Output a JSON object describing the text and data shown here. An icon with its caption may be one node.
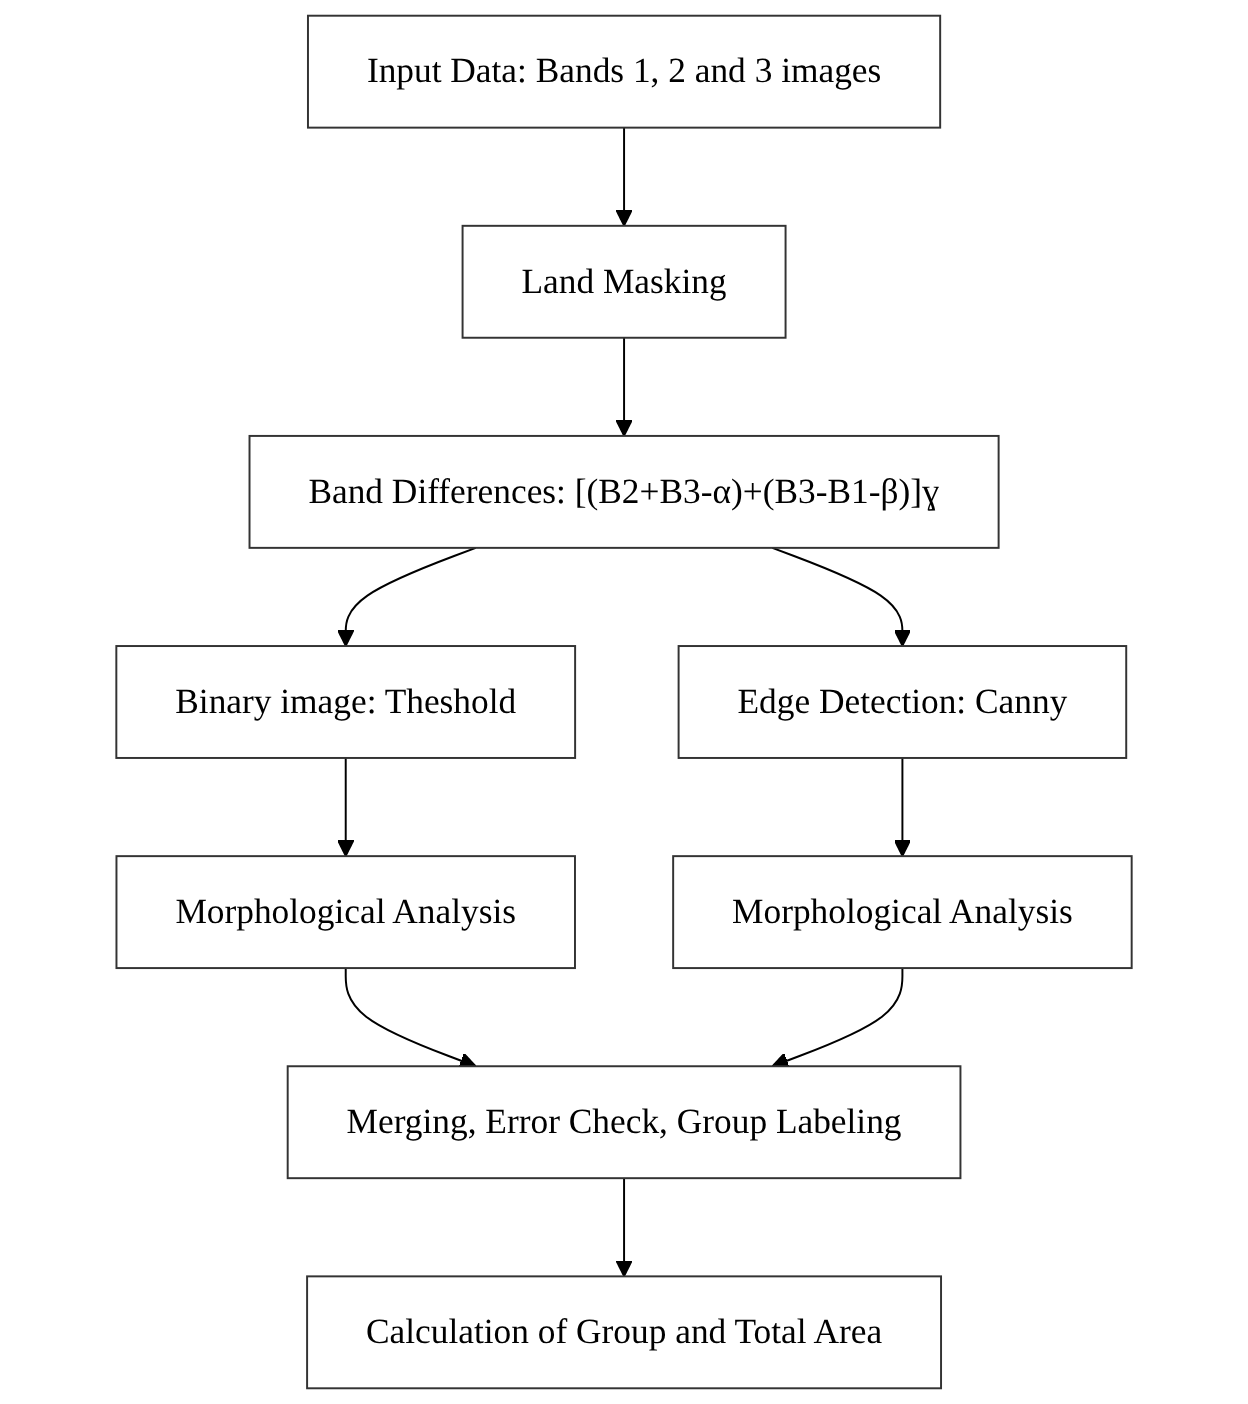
{
  "diagram": {
    "nodes": [
      {
        "text": [
          "Input Data: Bands 1, 2 and 3 images"
        ]
      },
      {
        "text": [
          "Land Masking"
        ]
      },
      {
        "text": [
          "Band Differences: [(B2+B3-α)+(B3-B1-β)]ɣ"
        ]
      },
      {
        "text": [
          "Binary image: Theshold"
        ]
      },
      {
        "text": [
          "Edge Detection: Canny"
        ]
      },
      {
        "text": [
          "Morphological Analysis"
        ]
      },
      {
        "text": [
          "Morphological Analysis"
        ]
      },
      {
        "text": [
          "Merging, Error Check, Group Labeling"
        ]
      },
      {
        "text": [
          "Calculation of Group and Total Area"
        ]
      }
    ],
    "edges": [
      {
        "from": 0,
        "to": 1,
        "arrow": "to"
      },
      {
        "from": 1,
        "to": 2,
        "arrow": "to"
      },
      {
        "from": 2,
        "to": 3,
        "arrow": "to"
      },
      {
        "from": 2,
        "to": 4,
        "arrow": "to"
      },
      {
        "from": 3,
        "to": 5,
        "arrow": "to"
      },
      {
        "from": 4,
        "to": 6,
        "arrow": "to"
      },
      {
        "from": 5,
        "to": 7,
        "arrow": "to"
      },
      {
        "from": 6,
        "to": 7,
        "arrow": "to"
      },
      {
        "from": 7,
        "to": 8,
        "arrow": "to"
      }
    ]
  }
}
